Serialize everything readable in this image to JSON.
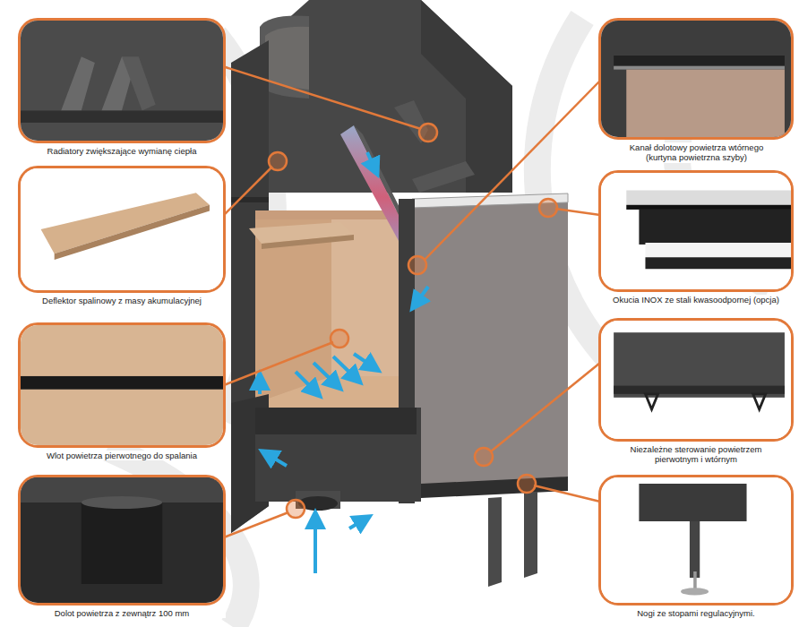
{
  "diagram": {
    "nodes": [
      {
        "text": [
          "Radiatory zwiększające wymianę ciepła"
        ]
      },
      {
        "text": [
          "Kanał dolotowy powietrza wtórnego (kurtyna powietrzna szyby)"
        ]
      },
      {
        "text": [
          "Deflektor spalinowy z masy akumulacyjnej"
        ]
      },
      {
        "text": [
          "Okucia INOX ze stali kwasoodpornej (opcja)"
        ]
      },
      {
        "text": [
          "Wlot powietrza pierwotnego do spalania"
        ]
      },
      {
        "text": [
          "Niezależne sterowanie powietrzem pierwotnym i wtórnym"
        ]
      },
      {
        "text": [
          "Dolot powietrza z zewnątrz 100 mm"
        ]
      },
      {
        "text": [
          "Nogi ze stopami regulacyjnymi."
        ]
      }
    ]
  }
}
